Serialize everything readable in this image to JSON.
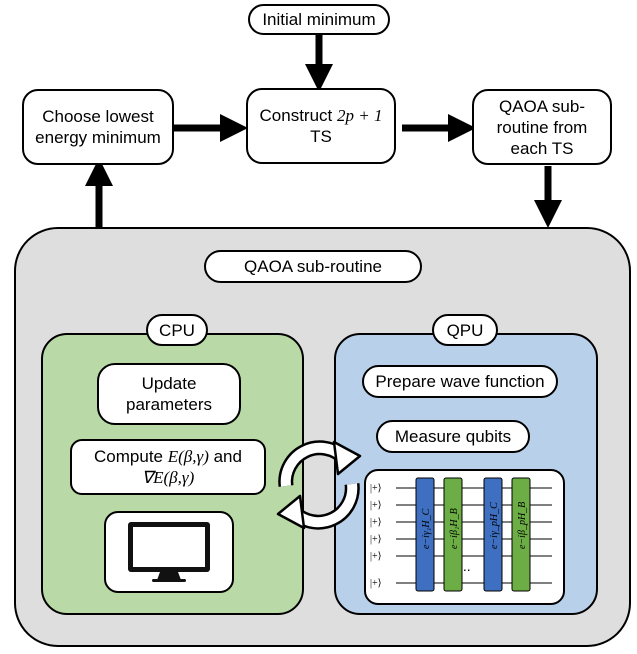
{
  "colors": {
    "cpu_panel": "#b9d9a7",
    "qpu_panel": "#b9d0ea",
    "outer_panel": "#dedede",
    "gate_blue": "#3f6fc1",
    "gate_green": "#6cae45"
  },
  "top": {
    "initial_minimum": "Initial minimum",
    "choose_lowest": "Choose lowest energy minimum",
    "construct_prefix": "Construct ",
    "construct_math": "2p + 1",
    "construct_suffix": "TS",
    "qaoa_from_ts": "QAOA sub-routine from each TS"
  },
  "subroutine": {
    "title": "QAOA sub-routine",
    "cpu": {
      "label": "CPU",
      "update": "Update parameters",
      "compute_prefix": "Compute ",
      "compute_math1": "E(β,γ)",
      "compute_and": " and",
      "compute_math2": "∇E(β,γ)",
      "monitor_icon": "monitor-icon"
    },
    "qpu": {
      "label": "QPU",
      "prepare": "Prepare wave function",
      "measure": "Measure qubits",
      "ket": "|+⟩",
      "dots": "...",
      "gate_c1": "e",
      "gate_labels": [
        "e−iγ₁H_C",
        "e−iβ₁H_B",
        "e−iγ_pH_C",
        "e−iβ_pH_B"
      ]
    },
    "cycle_icon": "cycle-arrows-icon"
  }
}
